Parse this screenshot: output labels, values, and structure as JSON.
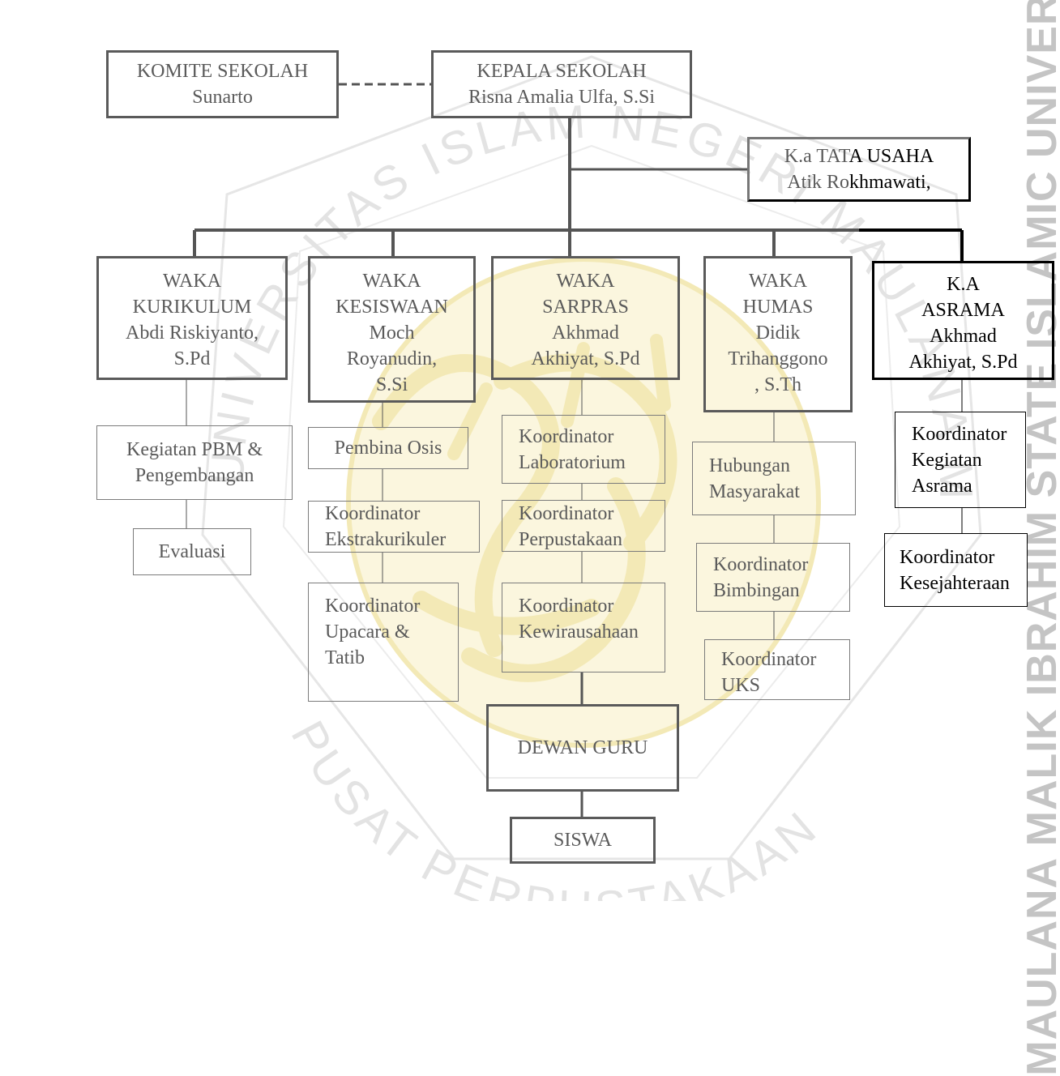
{
  "watermark": {
    "side_text": "MAULANA MALIK IBRAHIM STATE ISLAMIC UNIVERSITY OF",
    "seal_top": "UNIVERSITAS ISLAM NEGERI MAULANA MALIK IBRAHIM",
    "seal_bottom": "PUSAT PERPUSTAKAAN"
  },
  "nodes": {
    "komite": {
      "title": "KOMITE SEKOLAH",
      "name": "Sunarto"
    },
    "kepala": {
      "title": "KEPALA SEKOLAH",
      "name": "Risna Amalia Ulfa, S.Si"
    },
    "tata_usaha": {
      "title_light": "K.a TAT",
      "title_dark": "A USAHA",
      "name_light": "Atik Ro",
      "name_dark": "khmawati,"
    },
    "kurikulum": {
      "line1": "WAKA",
      "line2": "KURIKULUM",
      "line3": "Abdi Riskiyanto,",
      "line4": "S.Pd"
    },
    "kesiswaan": {
      "line1": "WAKA",
      "line2": "KESISWAAN",
      "line3": "Moch",
      "line4": "Royanudin,",
      "line5": "S.Si"
    },
    "sarpras": {
      "line1": "WAKA",
      "line2": "SARPRAS",
      "line3": "Akhmad",
      "line4": "Akhiyat, S.Pd"
    },
    "humas": {
      "line1": "WAKA",
      "line2": "HUMAS",
      "line3": "Didik",
      "line4": "Trihanggono",
      "line5": ", S.Th"
    },
    "asrama": {
      "line1": "K.A",
      "line2": "ASRAMA",
      "line3": "Akhmad",
      "line4": "Akhiyat, S.Pd"
    },
    "kegiatan_pbm": {
      "line1": "Kegiatan PBM &",
      "line2": "Pengembangan"
    },
    "evaluasi": {
      "line1": "Evaluasi"
    },
    "pembina_osis": {
      "line1": "Pembina Osis"
    },
    "ekstrakurikuler": {
      "line1": "Koordinator",
      "line2": "Ekstrakurikuler"
    },
    "upacara": {
      "line1": "Koordinator",
      "line2": "Upacara &",
      "line3": "Tatib"
    },
    "laboratorium": {
      "line1": "Koordinator",
      "line2": "Laboratorium"
    },
    "perpustakaan": {
      "line1": "Koordinator",
      "line2": "Perpustakaan"
    },
    "kewirausahaan": {
      "line1": "Koordinator",
      "line2": "Kewirausahaan"
    },
    "hubungan": {
      "line1": "Hubungan",
      "line2": "Masyarakat"
    },
    "bimbingan": {
      "line1": "Koordinator",
      "line2": "Bimbingan"
    },
    "uks": {
      "line1": "Koordinator",
      "line2": "UKS"
    },
    "kegiatan_asrama": {
      "line1": "Koordinator",
      "line2": "Kegiatan",
      "line3": "Asrama"
    },
    "kesejahteraan": {
      "line1": "Koordinator",
      "line2": "Kesejahteraan"
    },
    "dewan_guru": {
      "line1": "DEWAN GURU"
    },
    "siswa": {
      "line1": "SISWA"
    }
  },
  "colors": {
    "line": "#555555",
    "box_border": "#7b7b7b",
    "text": "#5a5a5a",
    "dark": "#000000",
    "watermark": "#c4c4c4",
    "watermark_calligraphy": "#f3e9b6"
  }
}
